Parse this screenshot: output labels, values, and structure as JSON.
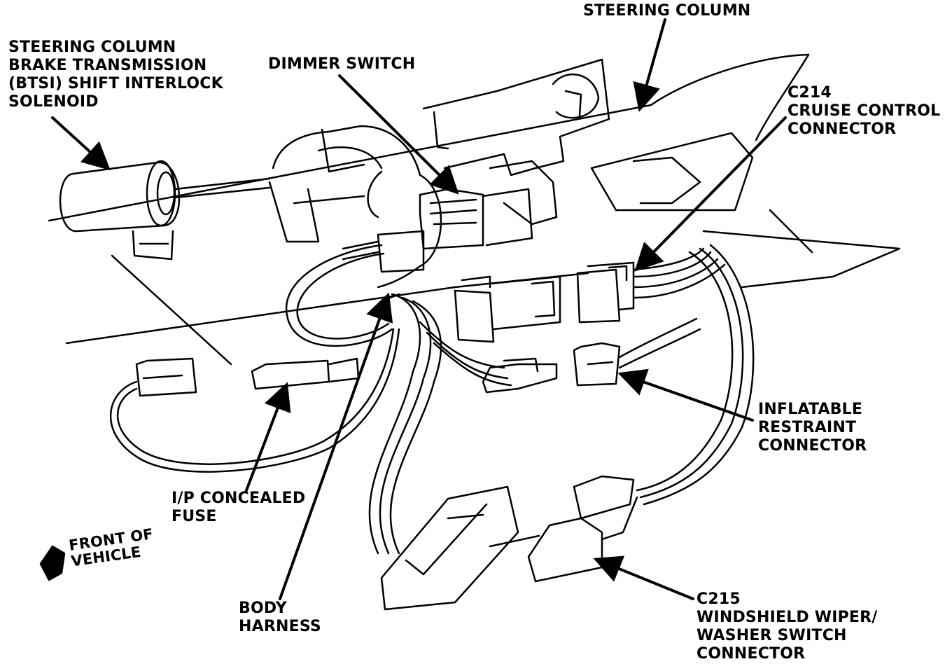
{
  "diagram": {
    "labels": {
      "steering_column": [
        "STEERING COLUMN"
      ],
      "btsi_solenoid": [
        "STEERING COLUMN",
        "BRAKE TRANSMISSION",
        "(BTSI) SHIFT INTERLOCK",
        "SOLENOID"
      ],
      "dimmer_switch": [
        "DIMMER SWITCH"
      ],
      "c214": [
        "C214",
        "CRUISE CONTROL",
        "CONNECTOR"
      ],
      "inflatable_restraint": [
        "INFLATABLE",
        "RESTRAINT",
        "CONNECTOR"
      ],
      "ip_fuse": [
        "I/P CONCEALED",
        "FUSE"
      ],
      "front_of_vehicle": [
        "FRONT OF",
        "VEHICLE"
      ],
      "body_harness": [
        "BODY",
        "HARNESS"
      ],
      "c215": [
        "C215",
        "WINDSHIELD WIPER/",
        "WASHER SWITCH",
        "CONNECTOR"
      ]
    },
    "colors": {
      "ink": "#000000",
      "paper": "#ffffff"
    }
  }
}
